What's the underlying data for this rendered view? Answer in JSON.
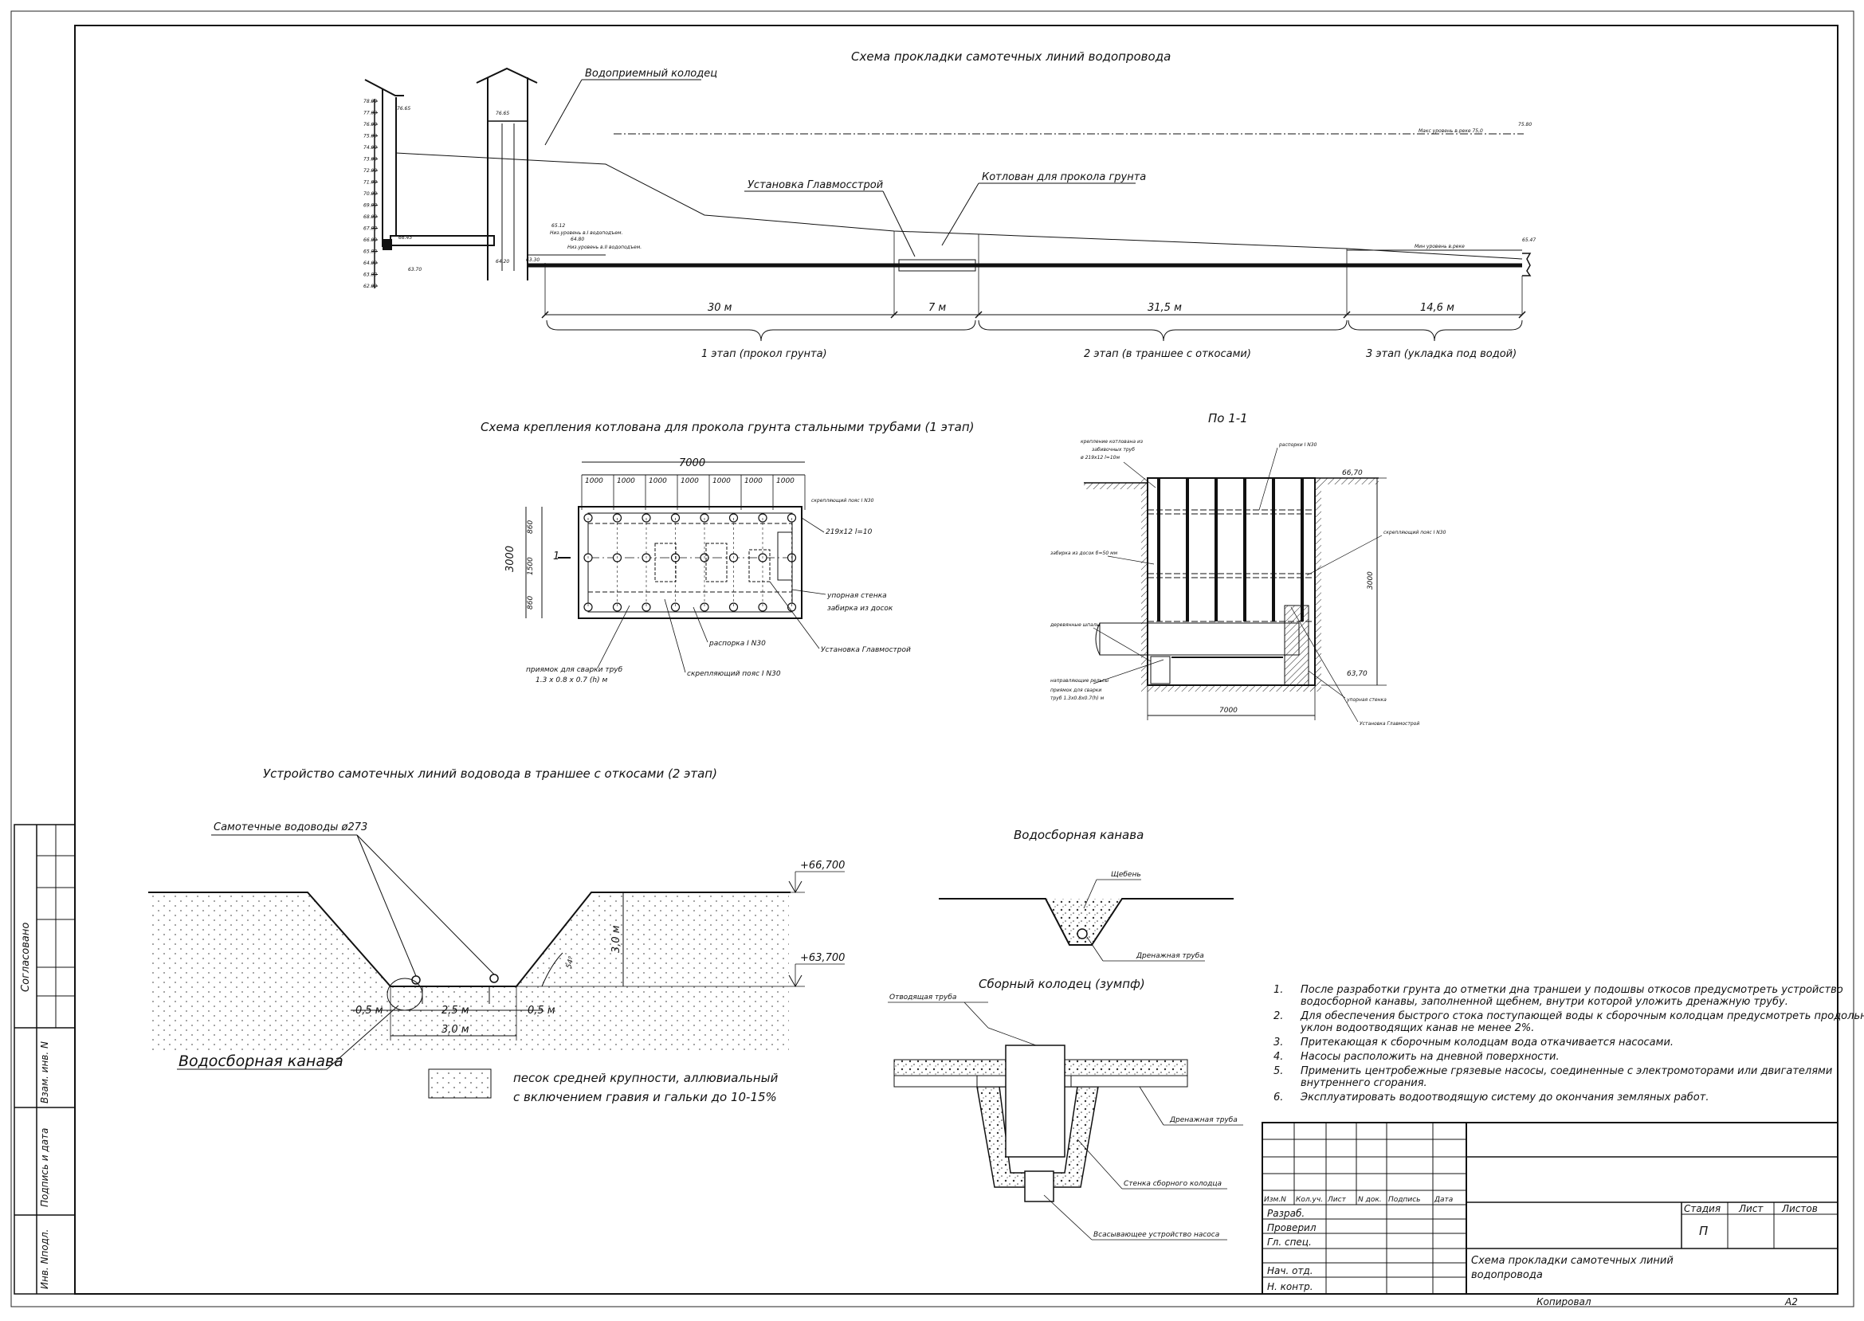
{
  "profile": {
    "title": "Схема прокладки самотечных линий водопровода",
    "well_label": "Водоприемный колодец",
    "glavmosstroy_label": "Установка Главмосстрой",
    "pit_label": "Котлован для прокола грунта",
    "dim_30": "30 м",
    "dim_7": "7 м",
    "dim_31": "31,5 м",
    "dim_14": "14,6 м",
    "stage1": "1 этап (прокол грунта)",
    "stage2": "2 этап (в траншее с откосами)",
    "stage3": "3 этап (укладка под водой)",
    "scale_values": [
      "78.00",
      "77.00",
      "76.00",
      "75.00",
      "74.00",
      "73.00",
      "72.00",
      "71.00",
      "70.00",
      "69.00",
      "68.00",
      "67.00",
      "66.00",
      "65.00",
      "64.00",
      "63.00",
      "62.00"
    ]
  },
  "pit_plan": {
    "title": "Схема крепления котлована для прокола  грунта стальными трубами (1 этап)",
    "dim_total": "7000",
    "dim_parts": [
      "1000",
      "1000",
      "1000",
      "1000",
      "1000",
      "1000",
      "1000"
    ],
    "dim_height": "3000",
    "dim_top": "860",
    "dim_mid": "1500",
    "dim_bottom": "860",
    "section_mark": "1",
    "pipe_label": "219х12  l=10",
    "support_wall": "упорная стенка",
    "boards": "забирка из досок",
    "strut": "распорка I N30",
    "glavmosstroy": "Установка Главмострой",
    "pit_note": "приямок для сварки труб",
    "pit_note_dim": "1.3 х 0.8 х 0.7 (h) м",
    "belt": "скрепляющий пояс I N30",
    "belt_top": "скрепляющий пояс I N30"
  },
  "section": {
    "title": "По 1-1",
    "fastening": "крепление котлована из",
    "fastening2": "забивочных труб",
    "fastening3": "ø 219х12 l=10м",
    "struts": "распорки I N30",
    "elev_top": "66,70",
    "elev_bottom": "63,70",
    "boards": "забирка из досок б=50 мм",
    "belt": "скрепляющий пояс I N30",
    "dim_height": "3000",
    "sleepers": "деревянные шпалы",
    "rails": "направляющие рельсы",
    "weld_pit": "приямок для сварки",
    "weld_pit2": "труб 1.3х0.8х0.7(h) м",
    "support_wall": "упорная стенка",
    "dim_width": "7000",
    "glavmosstroy": "Установка Главмострой"
  },
  "trench": {
    "title": "Устройство самотечных линий водовода в траншее с откосами (2 этап)",
    "pipes_label": "Самотечные водоводы ø273",
    "elev_top": "+66,700",
    "elev_bottom": "+63,700",
    "depth": "3,0 м",
    "angle": "54°",
    "dim_05_left": "0,5 м",
    "dim_25": "2,5 м",
    "dim_05_right": "0,5 м",
    "dim_30": "3,0 м",
    "ditch_label": "Водосборная канава",
    "legend_line1": "песок средней крупности, аллювиальный",
    "legend_line2": "с включением гравия и гальки до 10-15%"
  },
  "ditch": {
    "title": "Водосборная канава",
    "gravel": "Щебень",
    "drain": "Дренажная труба"
  },
  "sump": {
    "title": "Сборный колодец (зумпф)",
    "outlet": "Отводящая труба",
    "drain": "Дренажная труба",
    "wall": "Стенка сборного колодца",
    "intake": "Всасывающее устройство насоса"
  },
  "notes": [
    {
      "num": "1.",
      "lines": [
        "После разработки грунта до отметки дна траншеи у подошвы откосов предусмотреть устройство",
        "водосборной канавы, заполненной щебнем, внутри которой уложить дренажную трубу."
      ]
    },
    {
      "num": "2.",
      "lines": [
        "Для обеспечения быстрого стока поступающей воды к сборочным колодцам предусмотреть продольный",
        "уклон водоотводящих канав не менее 2%."
      ]
    },
    {
      "num": "3.",
      "lines": [
        "Притекающая к сборочным колодцам вода откачивается насосами."
      ]
    },
    {
      "num": "4.",
      "lines": [
        "Насосы расположить на дневной поверхности."
      ]
    },
    {
      "num": "5.",
      "lines": [
        "Применить центробежные грязевые насосы, соединенные с электромоторами или двигателями",
        "внутреннего сгорания."
      ]
    },
    {
      "num": "6.",
      "lines": [
        "Эксплуатировать водоотводящую систему до окончания земляных работ."
      ]
    }
  ],
  "stamp": {
    "headers": [
      "Изм.N",
      "Кол.уч.",
      "Лист",
      "N док.",
      "Подпись",
      "Дата"
    ],
    "roles": [
      "Разраб.",
      "Проверил",
      "Гл. спец.",
      "",
      "Нач. отд.",
      "Н. контр."
    ],
    "stage_h": "Стадия",
    "sheet_h": "Лист",
    "sheets_h": "Листов",
    "stage": "П",
    "drawing_title_1": "Схема прокладки самотечных линий",
    "drawing_title_2": "водопровода",
    "copied": "Копировал",
    "format": "А2"
  },
  "side": {
    "agreed": "Согласовано",
    "inv_repl": "Взам. инв. N",
    "sign_date": "Подпись и дата",
    "inv_orig": "Инв. Nподл."
  }
}
